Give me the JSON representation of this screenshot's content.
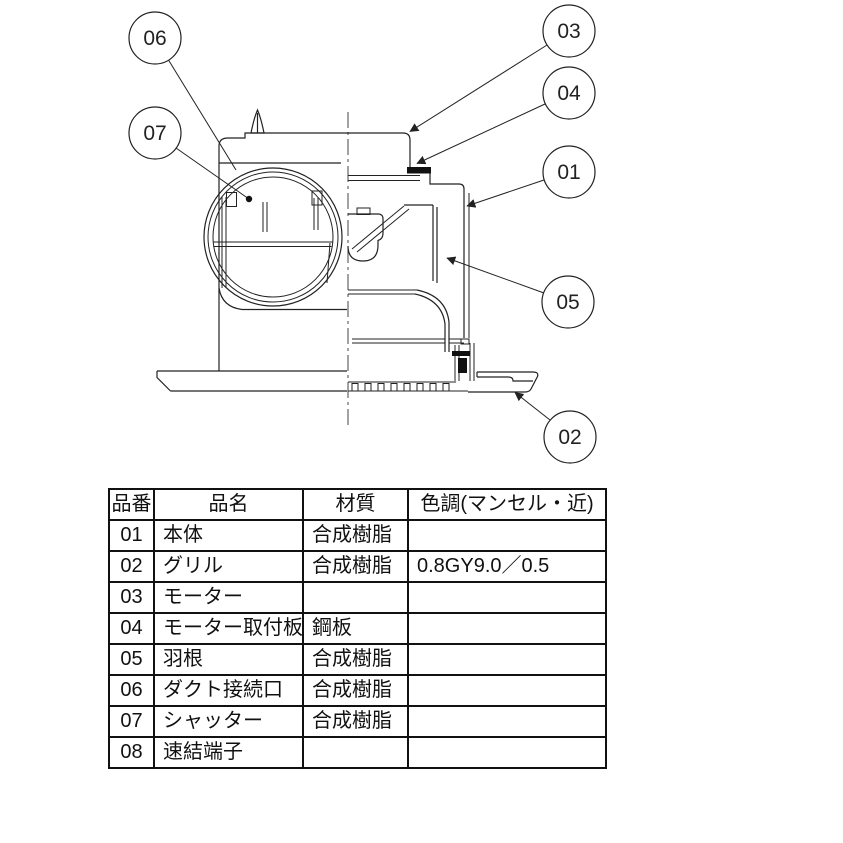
{
  "diagram": {
    "description": "ventilation-fan-sectional-drawing",
    "line_color": "#222222",
    "callouts": [
      {
        "label": "06"
      },
      {
        "label": "07"
      },
      {
        "label": "03"
      },
      {
        "label": "04"
      },
      {
        "label": "01"
      },
      {
        "label": "05"
      },
      {
        "label": "02"
      }
    ]
  },
  "table": {
    "headers": [
      "品番",
      "品名",
      "材質",
      "色調(マンセル・近)"
    ],
    "rows": [
      {
        "code": "01",
        "name": "本体",
        "material": "合成樹脂",
        "color": ""
      },
      {
        "code": "02",
        "name": "グリル",
        "material": "合成樹脂",
        "color": "0.8GY9.0／0.5"
      },
      {
        "code": "03",
        "name": "モーター",
        "material": "",
        "color": ""
      },
      {
        "code": "04",
        "name": "モーター取付板",
        "material": "鋼板",
        "color": ""
      },
      {
        "code": "05",
        "name": "羽根",
        "material": "合成樹脂",
        "color": ""
      },
      {
        "code": "06",
        "name": "ダクト接続口",
        "material": "合成樹脂",
        "color": ""
      },
      {
        "code": "07",
        "name": "シャッター",
        "material": "合成樹脂",
        "color": ""
      },
      {
        "code": "08",
        "name": "速結端子",
        "material": "",
        "color": ""
      }
    ]
  }
}
